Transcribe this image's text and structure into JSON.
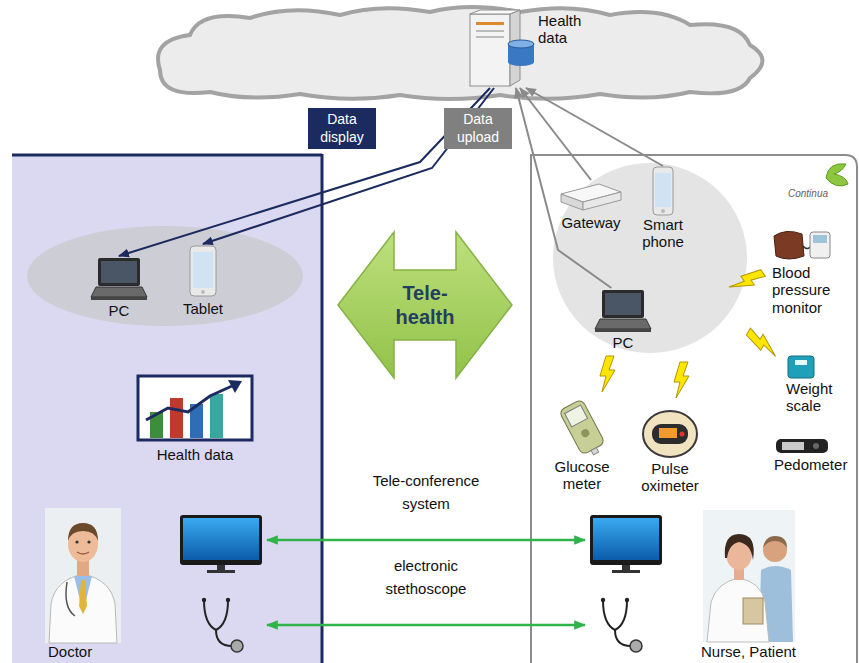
{
  "diagram": {
    "nodes": [
      {
        "text": [
          "Health data"
        ]
      },
      {
        "text": [
          "Data display"
        ]
      },
      {
        "text": [
          "Data upload"
        ]
      },
      {
        "text": [
          "PC"
        ]
      },
      {
        "text": [
          "Tablet"
        ]
      },
      {
        "text": [
          "Health data"
        ]
      },
      {
        "text": [
          "Doctor"
        ]
      },
      {
        "text": [
          "Tele- health"
        ]
      },
      {
        "text": [
          "Gateway"
        ]
      },
      {
        "text": [
          "Smart phone"
        ]
      },
      {
        "text": [
          "PC"
        ]
      },
      {
        "text": [
          "Blood pressure monitor"
        ]
      },
      {
        "text": [
          "Weight scale"
        ]
      },
      {
        "text": [
          "Pedometer"
        ]
      },
      {
        "text": [
          "Glucose meter"
        ]
      },
      {
        "text": [
          "Pulse oximeter"
        ]
      },
      {
        "text": [
          "Nurse, Patient"
        ]
      }
    ],
    "edges": [
      {
        "from": 0,
        "to": 3,
        "arrow": "to"
      },
      {
        "from": 0,
        "to": 4,
        "arrow": "to"
      },
      {
        "from": 8,
        "to": 0,
        "arrow": "to"
      },
      {
        "from": 9,
        "to": 0,
        "arrow": "to"
      },
      {
        "from": 10,
        "to": 0,
        "arrow": "to"
      },
      {
        "from": 6,
        "to": 16,
        "label": "Tele-conference system",
        "arrow": "both"
      },
      {
        "from": 6,
        "to": 16,
        "label": "electronic stethoscope",
        "arrow": "both"
      }
    ],
    "labels": [
      "Continua"
    ]
  }
}
